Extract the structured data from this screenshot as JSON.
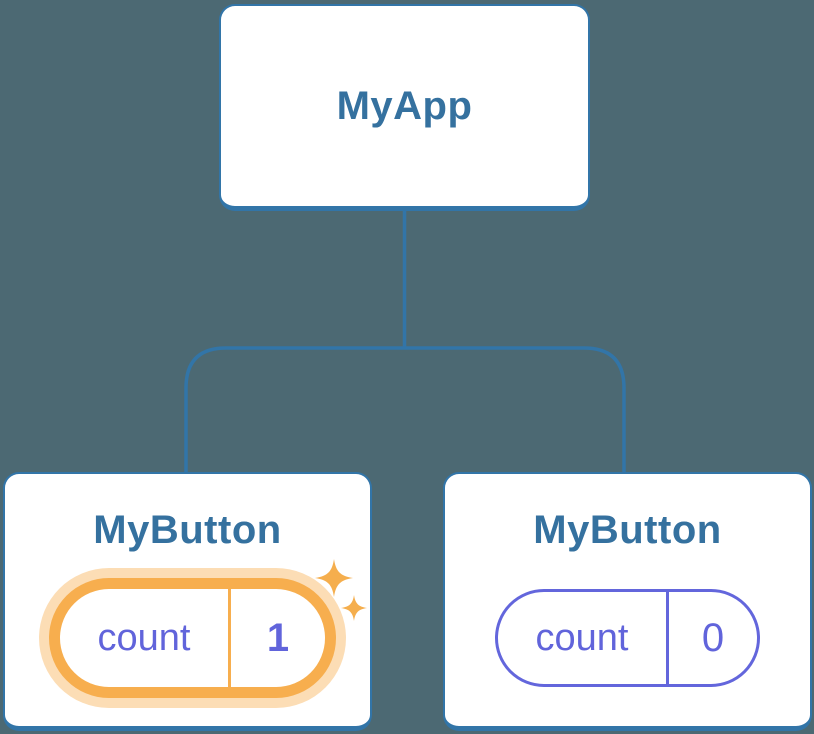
{
  "diagram": {
    "root": {
      "label": "MyApp"
    },
    "children": [
      {
        "label": "MyButton",
        "state": {
          "key": "count",
          "value": "1"
        },
        "highlighted": true,
        "note": "state just updated (sparkle highlight)"
      },
      {
        "label": "MyButton",
        "state": {
          "key": "count",
          "value": "0"
        },
        "highlighted": false
      }
    ],
    "icons": [
      "sparkle-icon-large",
      "sparkle-icon-small"
    ],
    "colors": {
      "background": "#4C6973",
      "node_background": "#FFFFFF",
      "node_border": "#3275A8",
      "node_title_text": "#35719F",
      "connector_line": "#3275A8",
      "state_purple": "#6164DB",
      "highlight_orange": "#F7AE4E",
      "highlight_halo": "#FBE0AE",
      "sparkle_orange": "#F5AE4D"
    }
  }
}
